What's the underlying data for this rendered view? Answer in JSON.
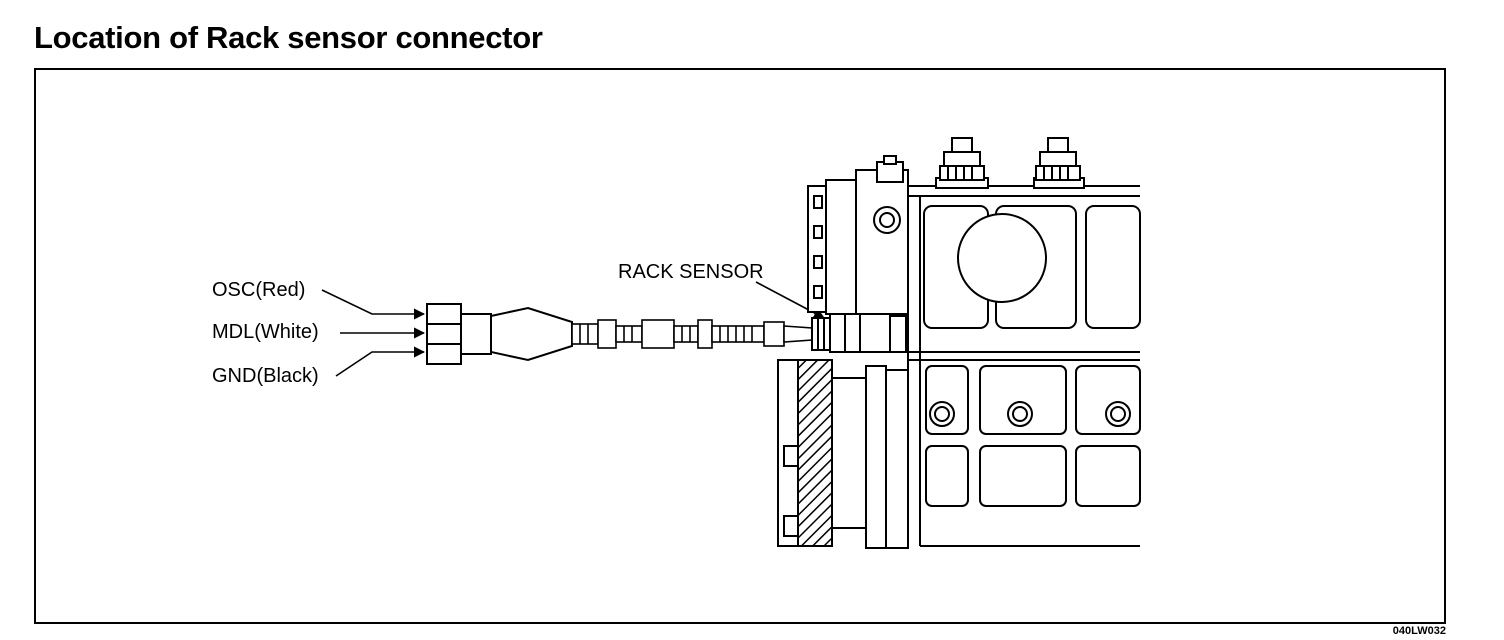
{
  "title": "Location of Rack sensor connector",
  "labels": {
    "osc": "OSC(Red)",
    "mdl": "MDL(White)",
    "gnd": "GND(Black)",
    "rack_sensor": "RACK SENSOR"
  },
  "figure_code": "040LW032"
}
